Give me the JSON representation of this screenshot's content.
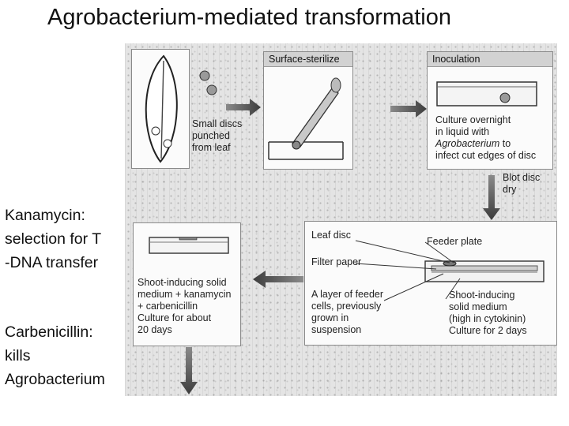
{
  "title": "Agrobacterium-mediated transformation",
  "side_notes": {
    "kanamycin": "Kanamycin:\nselection for T\n-DNA transfer",
    "carbenicillin": "Carbenicillin:\nkills\nAgrobacterium"
  },
  "figure": {
    "step1_caption": "Small discs\npunched\nfrom leaf",
    "step2_title": "Surface-sterilize",
    "step3_title": "Inoculation",
    "step3_caption_a": "Culture overnight\nin liquid with",
    "step3_caption_italic": "Agrobacterium",
    "step3_caption_b": " to\ninfect cut edges of disc",
    "blot_caption": "Blot disc\ndry",
    "feeder": {
      "leaf_disc": "Leaf disc",
      "feeder_plate": "Feeder plate",
      "filter_paper": "Filter paper",
      "feeder_cells": "A layer of feeder\ncells, previously\ngrown in\nsuspension",
      "shoot_medium": "Shoot-inducing\nsolid medium\n(high in cytokinin)\nCulture for 2 days"
    },
    "selection_caption": "Shoot-inducing solid\nmedium + kanamycin\n+ carbenicillin\nCulture for about\n20 days"
  }
}
